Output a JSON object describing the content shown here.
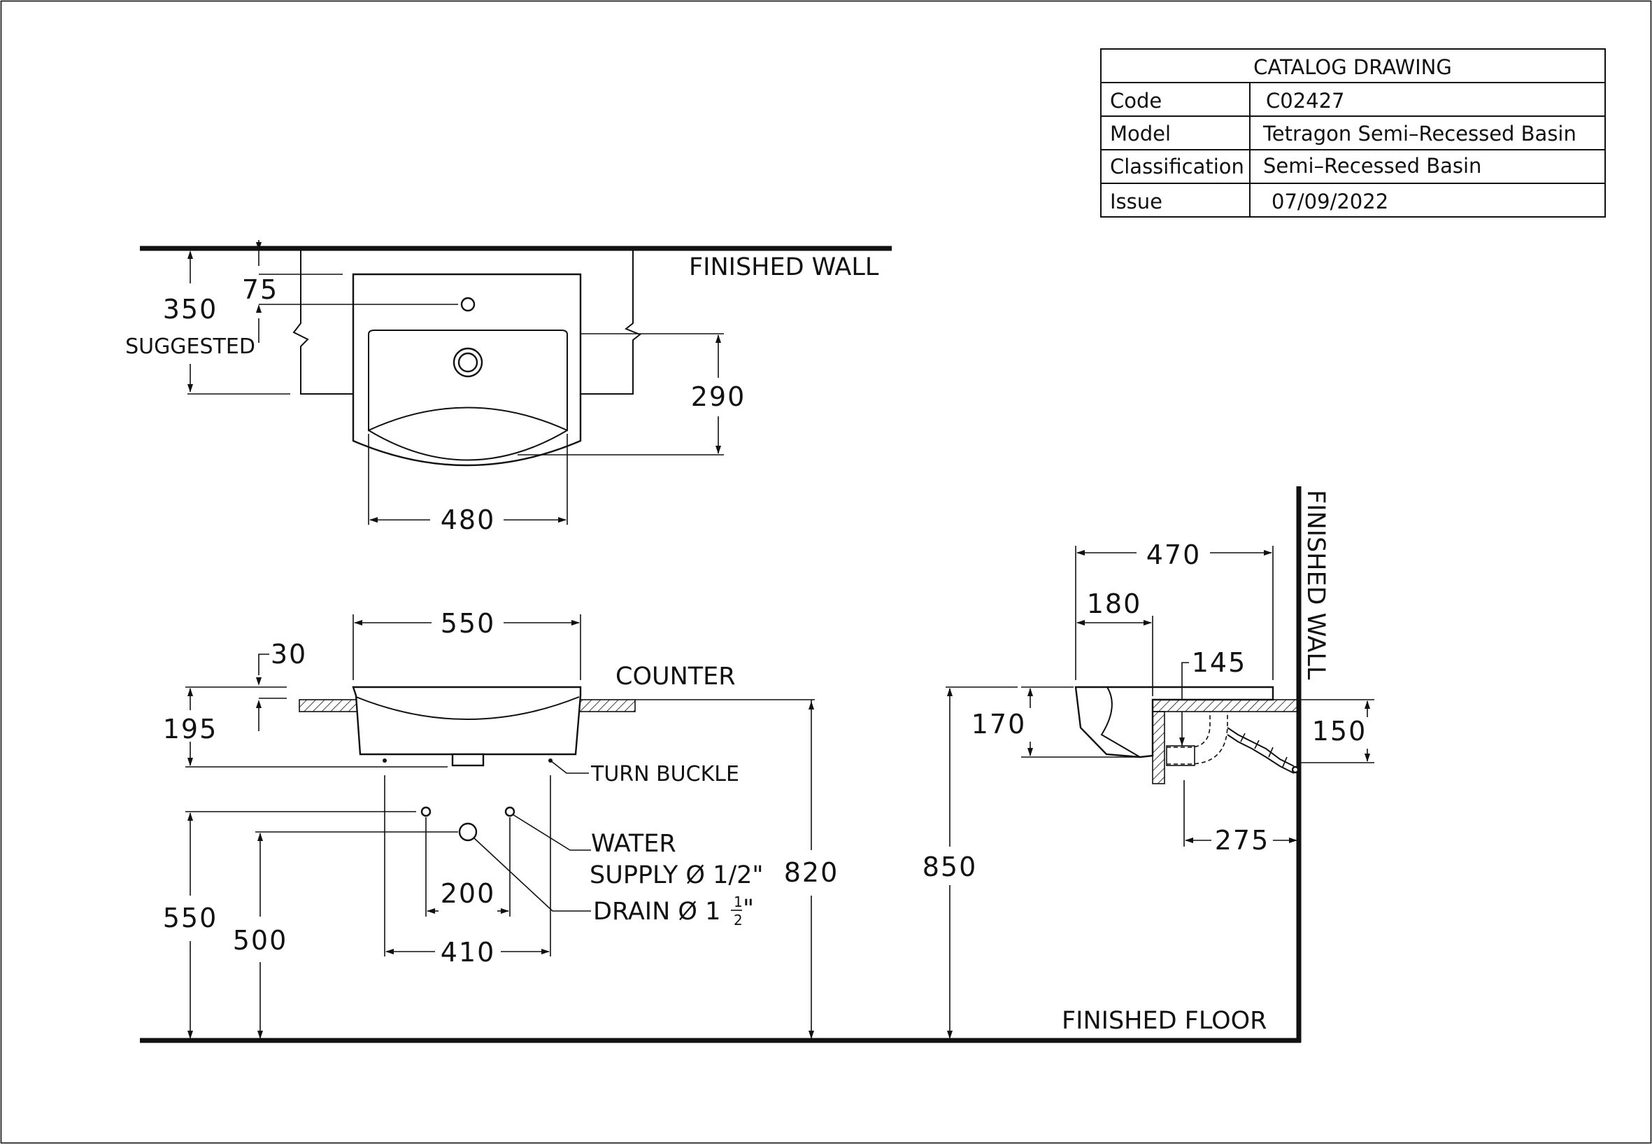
{
  "title_block": {
    "heading": "CATALOG DRAWING",
    "rows": [
      {
        "label": "Code",
        "value": "C02427"
      },
      {
        "label": "Model",
        "value": "Tetragon Semi–Recessed Basin"
      },
      {
        "label": "Classification",
        "value": "Semi–Recessed Basin"
      },
      {
        "label": "Issue",
        "value": "07/09/2022"
      }
    ]
  },
  "labels": {
    "finished_wall_top": "FINISHED WALL",
    "finished_wall_side": "FINISHED WALL",
    "finished_floor": "FINISHED FLOOR",
    "counter": "COUNTER",
    "turn_buckle": "TURN BUCKLE",
    "water_line1": "WATER",
    "water_line2": "SUPPLY Ø 1/2\"",
    "drain_prefix": "DRAIN Ø 1",
    "drain_num": "1",
    "drain_den": "2",
    "drain_suffix": "\"",
    "suggested": "SUGGESTED"
  },
  "dimensions": {
    "top_350": "350",
    "top_75": "75",
    "top_290": "290",
    "top_480": "480",
    "front_550_width": "550",
    "front_30": "30",
    "front_195": "195",
    "front_200": "200",
    "front_410": "410",
    "front_550_height": "550",
    "front_500": "500",
    "front_820": "820",
    "side_850": "850",
    "side_470": "470",
    "side_180": "180",
    "side_145": "145",
    "side_170": "170",
    "side_150": "150",
    "side_275": "275"
  }
}
